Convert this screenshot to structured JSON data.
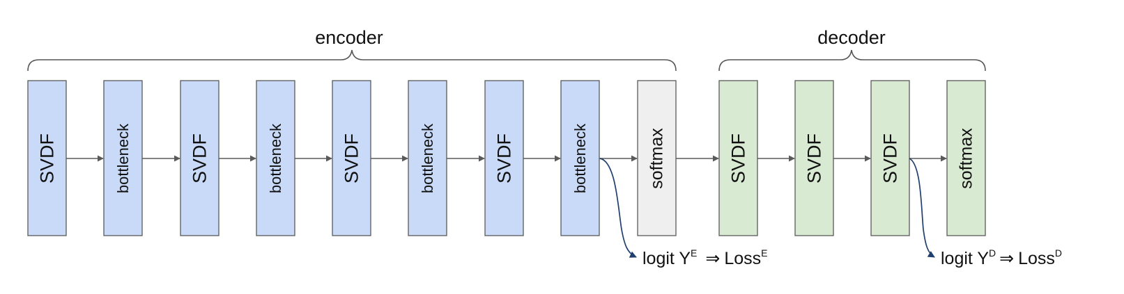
{
  "colors": {
    "svdf_encoder": "#c9daf8",
    "bottleneck": "#c9daf8",
    "softmax_encoder": "#efefef",
    "svdf_decoder": "#d9ead3",
    "softmax_decoder": "#d9ead3",
    "arrow": "#5a5a5a",
    "tap_arrow": "#1f3f6e"
  },
  "groups": {
    "encoder": {
      "label": "encoder"
    },
    "decoder": {
      "label": "decoder"
    }
  },
  "blocks": [
    {
      "label": "SVDF",
      "kind": "svdf_encoder"
    },
    {
      "label": "bottleneck",
      "kind": "bottleneck"
    },
    {
      "label": "SVDF",
      "kind": "svdf_encoder"
    },
    {
      "label": "bottleneck",
      "kind": "bottleneck"
    },
    {
      "label": "SVDF",
      "kind": "svdf_encoder"
    },
    {
      "label": "bottleneck",
      "kind": "bottleneck"
    },
    {
      "label": "SVDF",
      "kind": "svdf_encoder"
    },
    {
      "label": "bottleneck",
      "kind": "bottleneck"
    },
    {
      "label": "softmax",
      "kind": "softmax_encoder"
    },
    {
      "label": "SVDF",
      "kind": "svdf_decoder"
    },
    {
      "label": "SVDF",
      "kind": "svdf_decoder"
    },
    {
      "label": "SVDF",
      "kind": "svdf_decoder"
    },
    {
      "label": "softmax",
      "kind": "softmax_decoder"
    }
  ],
  "outputs": {
    "encoder": {
      "logit": "logit Y",
      "logit_sup": "E",
      "arrow": "⇒",
      "loss": "Loss",
      "loss_sup": "E"
    },
    "decoder": {
      "logit": "logit Y",
      "logit_sup": "D",
      "arrow": "⇒",
      "loss": "Loss",
      "loss_sup": "D"
    }
  }
}
